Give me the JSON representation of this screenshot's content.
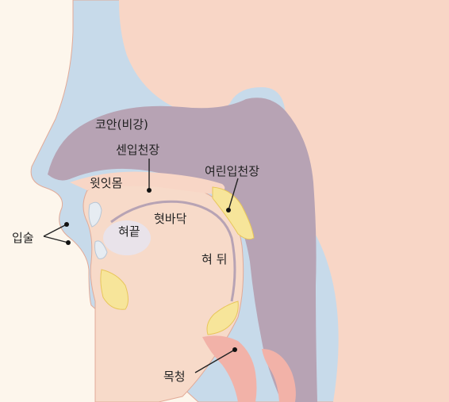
{
  "labels": {
    "nasal_cavity": "코안(비강)",
    "hard_palate": "센입천장",
    "soft_palate": "여린입천장",
    "alveolar_ridge": "윗잇몸",
    "tongue_blade": "혓바닥",
    "tongue_tip": "혀끝",
    "tongue_back": "혀 뒤",
    "lips": "입술",
    "vocal_cords": "목청"
  },
  "colors": {
    "background": "#fdf6ec",
    "skin_outline": "#c7daea",
    "skull": "#f8d6c6",
    "nasal_cavity": "#b7a3b4",
    "mouth_interior": "#f7dac9",
    "teeth": "#e6ecf2",
    "yellow_tissue": "#f7e59a",
    "pink_tissue": "#f2b2a8"
  }
}
